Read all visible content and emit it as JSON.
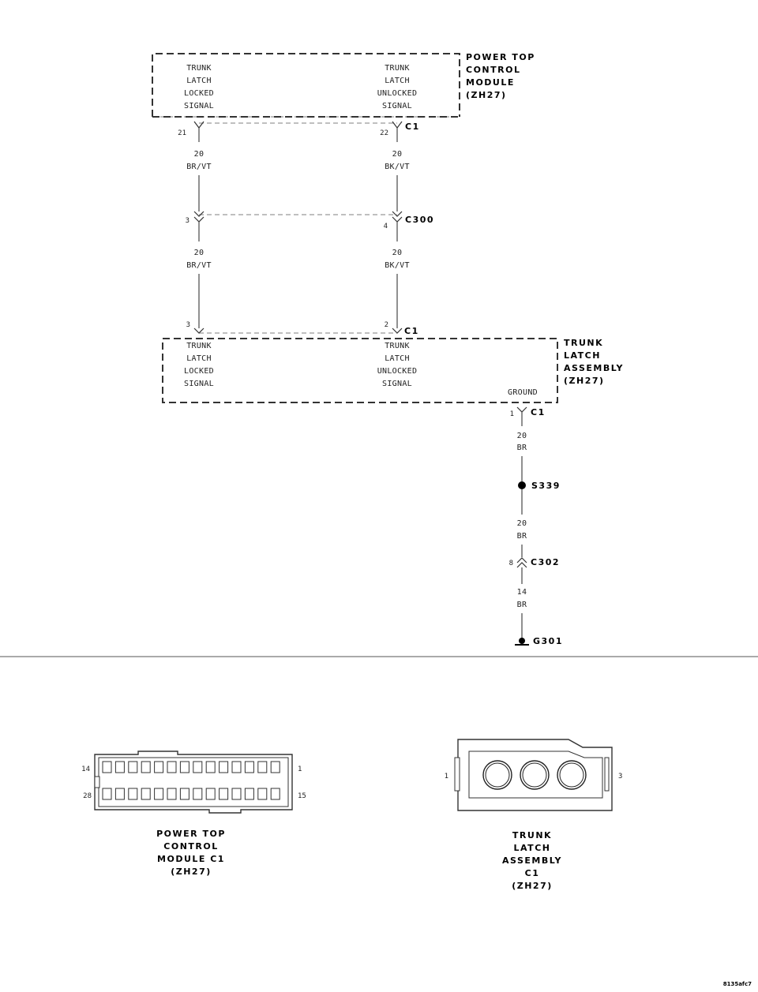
{
  "module": {
    "name_lines": [
      "POWER TOP",
      "CONTROL",
      "MODULE",
      "(ZH27)"
    ],
    "left_signal": [
      "TRUNK",
      "LATCH",
      "LOCKED",
      "SIGNAL"
    ],
    "right_signal": [
      "TRUNK",
      "LATCH",
      "UNLOCKED",
      "SIGNAL"
    ],
    "connector": "C1",
    "pin_left": "21",
    "pin_right": "22"
  },
  "wires": {
    "left_gauge_1": "20",
    "left_color_1": "BR/VT",
    "right_gauge_1": "20",
    "right_color_1": "BK/VT",
    "left_gauge_2": "20",
    "left_color_2": "BR/VT",
    "right_gauge_2": "20",
    "right_color_2": "BK/VT"
  },
  "c300": {
    "name": "C300",
    "pin_left": "3",
    "pin_right": "4"
  },
  "latch": {
    "name_lines": [
      "TRUNK",
      "LATCH",
      "ASSEMBLY",
      "(ZH27)"
    ],
    "left_signal": [
      "TRUNK",
      "LATCH",
      "LOCKED",
      "SIGNAL"
    ],
    "right_signal": [
      "TRUNK",
      "LATCH",
      "UNLOCKED",
      "SIGNAL"
    ],
    "ground_label": "GROUND",
    "connector": "C1",
    "pin_left": "3",
    "pin_right": "2",
    "ground_connector": "C1",
    "ground_pin": "1"
  },
  "ground_path": {
    "gauge_1": "20",
    "color_1": "BR",
    "splice": "S339",
    "gauge_2": "20",
    "color_2": "BR",
    "c302": "C302",
    "c302_pin": "8",
    "gauge_3": "14",
    "color_3": "BR",
    "ground": "G301"
  },
  "connector_views": {
    "ptcm": {
      "caption_lines": [
        "POWER TOP",
        "CONTROL",
        "MODULE C1",
        "(ZH27)"
      ],
      "pin_top_left": "14",
      "pin_top_right": "1",
      "pin_bottom_left": "28",
      "pin_bottom_right": "15"
    },
    "latch": {
      "caption_lines": [
        "TRUNK",
        "LATCH",
        "ASSEMBLY",
        "C1",
        "(ZH27)"
      ],
      "pin_left": "1",
      "pin_right": "3"
    }
  },
  "figure_code": "8135afc7"
}
